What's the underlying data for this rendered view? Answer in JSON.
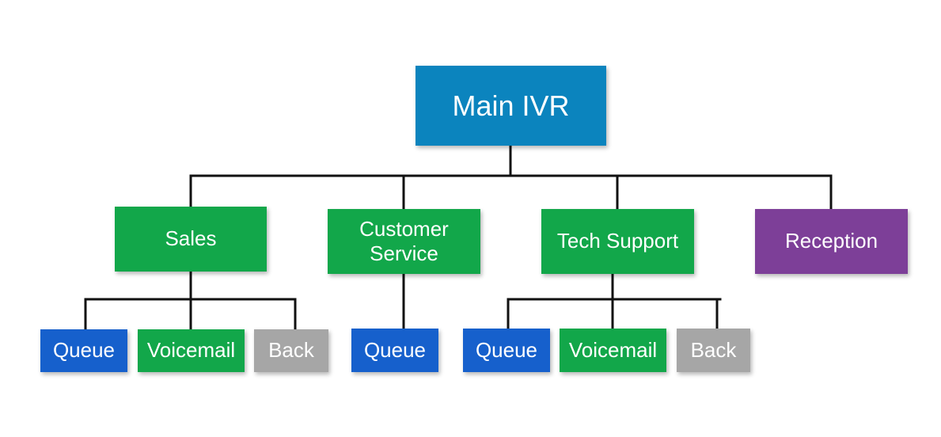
{
  "colors": {
    "root": "#0b84be",
    "menu": "#12a74a",
    "reception": "#7d3f98",
    "queue": "#1660cc",
    "voicemail": "#12a74a",
    "back": "#a6a6a6",
    "connector": "#111111"
  },
  "root": {
    "label": "Main IVR"
  },
  "menus": {
    "sales": {
      "label": "Sales"
    },
    "customer_service": {
      "label": "Customer Service"
    },
    "tech_support": {
      "label": "Tech Support"
    },
    "reception": {
      "label": "Reception"
    }
  },
  "sales_options": {
    "queue": "Queue",
    "voicemail": "Voicemail",
    "back": "Back"
  },
  "customer_service_options": {
    "queue": "Queue"
  },
  "tech_support_options": {
    "queue": "Queue",
    "voicemail": "Voicemail",
    "back": "Back"
  }
}
